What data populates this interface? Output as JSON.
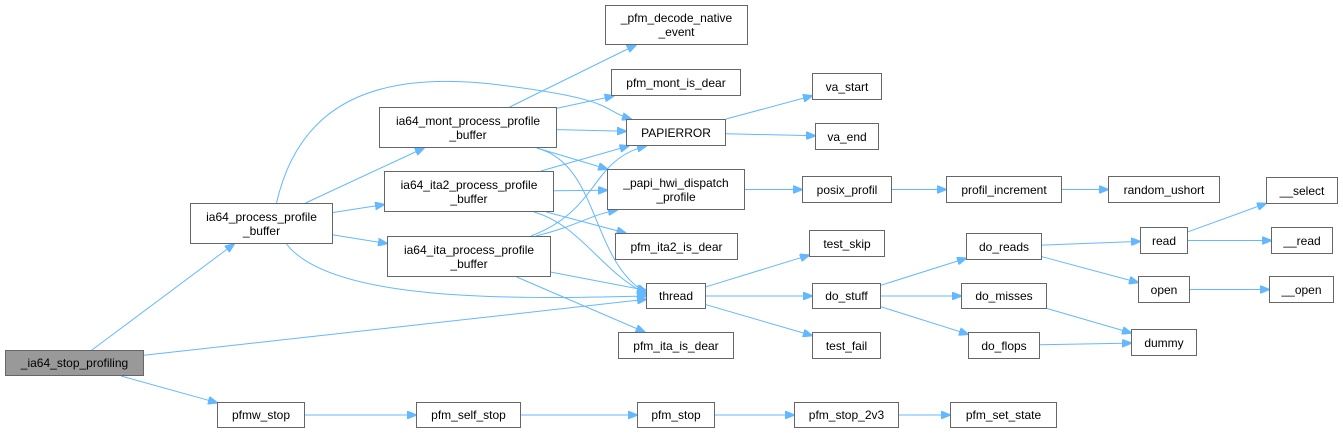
{
  "graph": {
    "title": "_ia64_stop_profiling call graph",
    "edge_color": "#63b8ff",
    "node_border_color": "#666666",
    "root_fill_color": "#999999",
    "nodes": {
      "root": "_ia64_stop_profiling",
      "ippb": [
        "ia64_process_profile",
        "_buffer"
      ],
      "mont": [
        "ia64_mont_process_profile",
        "_buffer"
      ],
      "ita2": [
        "ia64_ita2_process_profile",
        "_buffer"
      ],
      "ita": [
        "ia64_ita_process_profile",
        "_buffer"
      ],
      "decode": [
        "_pfm_decode_native",
        "_event"
      ],
      "montdear": "pfm_mont_is_dear",
      "papierror": "PAPIERROR",
      "dispatch": [
        "_papi_hwi_dispatch",
        "_profile"
      ],
      "ita2dear": "pfm_ita2_is_dear",
      "thread": "thread",
      "itadear": "pfm_ita_is_dear",
      "vastart": "va_start",
      "vaend": "va_end",
      "posix": "posix_profil",
      "profinc": "profil_increment",
      "random": "random_ushort",
      "testskip": "test_skip",
      "dostuff": "do_stuff",
      "testfail": "test_fail",
      "doreads": "do_reads",
      "domisses": "do_misses",
      "doflops": "do_flops",
      "read": "read",
      "open": "open",
      "dummy": "dummy",
      "select": "__select",
      "uread": "__read",
      "uopen": "__open",
      "pfmwstop": "pfmw_stop",
      "selfstop": "pfm_self_stop",
      "pfmstop": "pfm_stop",
      "stop2v3": "pfm_stop_2v3",
      "setstate": "pfm_set_state"
    },
    "edges": [
      [
        "root",
        "ippb"
      ],
      [
        "root",
        "thread"
      ],
      [
        "root",
        "pfmwstop"
      ],
      [
        "ippb",
        "mont"
      ],
      [
        "ippb",
        "ita2"
      ],
      [
        "ippb",
        "ita"
      ],
      [
        "ippb",
        "papierror"
      ],
      [
        "ippb",
        "thread"
      ],
      [
        "mont",
        "decode"
      ],
      [
        "mont",
        "montdear"
      ],
      [
        "mont",
        "papierror"
      ],
      [
        "mont",
        "dispatch"
      ],
      [
        "mont",
        "thread"
      ],
      [
        "ita2",
        "papierror"
      ],
      [
        "ita2",
        "dispatch"
      ],
      [
        "ita2",
        "ita2dear"
      ],
      [
        "ita2",
        "thread"
      ],
      [
        "ita",
        "papierror"
      ],
      [
        "ita",
        "dispatch"
      ],
      [
        "ita",
        "thread"
      ],
      [
        "ita",
        "itadear"
      ],
      [
        "papierror",
        "vastart"
      ],
      [
        "papierror",
        "vaend"
      ],
      [
        "dispatch",
        "posix"
      ],
      [
        "posix",
        "profinc"
      ],
      [
        "profinc",
        "random"
      ],
      [
        "thread",
        "testskip"
      ],
      [
        "thread",
        "dostuff"
      ],
      [
        "thread",
        "testfail"
      ],
      [
        "dostuff",
        "doreads"
      ],
      [
        "dostuff",
        "domisses"
      ],
      [
        "dostuff",
        "doflops"
      ],
      [
        "doreads",
        "read"
      ],
      [
        "doreads",
        "open"
      ],
      [
        "domisses",
        "dummy"
      ],
      [
        "doflops",
        "dummy"
      ],
      [
        "read",
        "select"
      ],
      [
        "read",
        "uread"
      ],
      [
        "open",
        "uopen"
      ],
      [
        "pfmwstop",
        "selfstop"
      ],
      [
        "selfstop",
        "pfmstop"
      ],
      [
        "pfmstop",
        "stop2v3"
      ],
      [
        "stop2v3",
        "setstate"
      ]
    ]
  }
}
